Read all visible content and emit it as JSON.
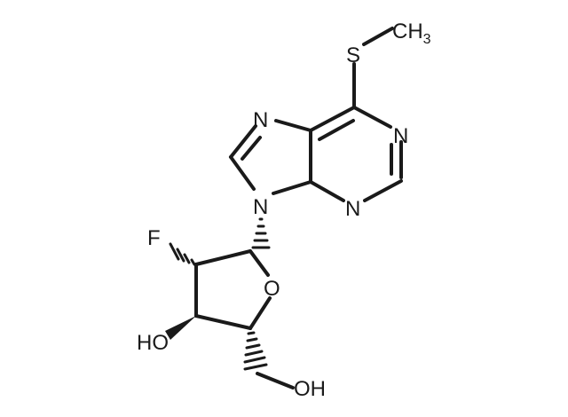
{
  "molecule": {
    "atoms": {
      "s": "S",
      "ch3_c": "CH",
      "ch3_sub": "3",
      "n1": "N",
      "n3": "N",
      "n7": "N",
      "n9": "N",
      "f": "F",
      "o_ring": "O",
      "oh3": "HO",
      "oh5": "OH"
    }
  },
  "colors": {
    "ink": "#1a1a1a",
    "background": "#ffffff"
  }
}
